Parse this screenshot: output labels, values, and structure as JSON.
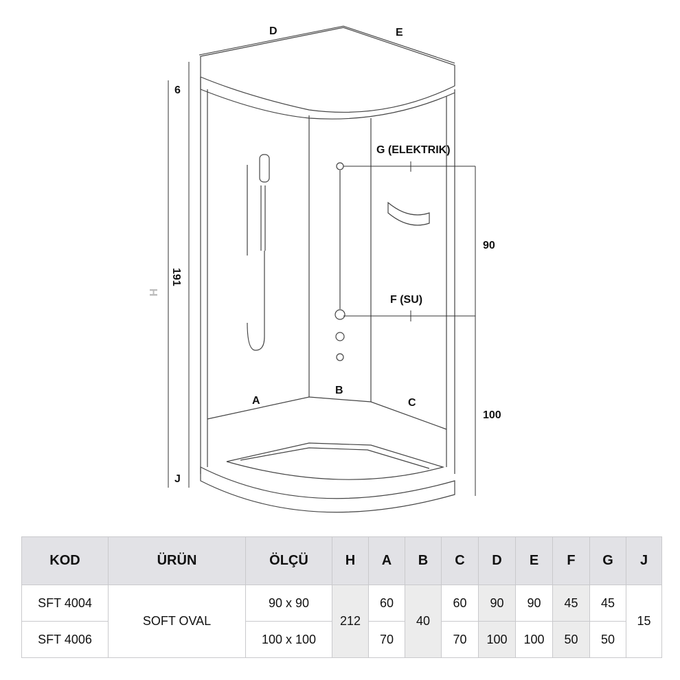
{
  "drawing": {
    "labels": {
      "d": "D",
      "e": "E",
      "top_offset": "6",
      "h": "H",
      "height": "191",
      "j": "J",
      "electric": "G (ELEKTRIK)",
      "dim_90": "90",
      "water": "F (SU)",
      "dim_100": "100",
      "a": "A",
      "b": "B",
      "c": "C"
    }
  },
  "table": {
    "headers": [
      "KOD",
      "ÜRÜN",
      "ÖLÇÜ",
      "H",
      "A",
      "B",
      "C",
      "D",
      "E",
      "F",
      "G",
      "J"
    ],
    "product": "SOFT OVAL",
    "h": "212",
    "b": "40",
    "j": "15",
    "rows": [
      {
        "kod": "SFT 4004",
        "olcu": "90 x 90",
        "a": "60",
        "c": "60",
        "d": "90",
        "e": "90",
        "f": "45",
        "g": "45"
      },
      {
        "kod": "SFT 4006",
        "olcu": "100 x 100",
        "a": "70",
        "c": "70",
        "d": "100",
        "e": "100",
        "f": "50",
        "g": "50"
      }
    ]
  }
}
